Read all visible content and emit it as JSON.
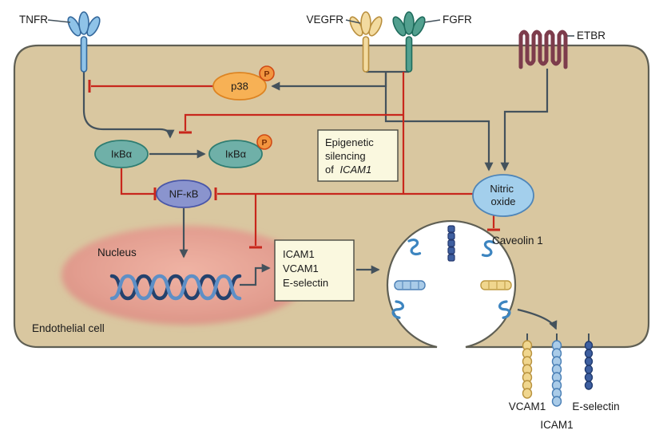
{
  "colors": {
    "cell_fill": "#D9C7A0",
    "membrane": "#5F5F54",
    "inhibition_red": "#C8271C",
    "activation_gray": "#44525C",
    "p38_fill": "#F7B155",
    "phospho_fill": "#F2953F",
    "ikba_fill": "#6FB0A8",
    "nfkb_fill": "#8A94CE",
    "nitric_oxide_fill": "#A3CFEC",
    "nucleus_fill": "#E2A193",
    "note_box_fill": "#FAF8DF",
    "tnfr_fill": "#8FC3E8",
    "vegfr_fill": "#F3DBA0",
    "fgfr_fill": "#52A08F",
    "etbr_color": "#7D3C4C",
    "vcam1_fill": "#F0D68E",
    "icam1_fill": "#A9CBE8",
    "eselectin_fill": "#3E5FA0"
  },
  "receptors": {
    "tnfr": "TNFR",
    "vegfr": "VEGFR",
    "fgfr": "FGFR",
    "etbr": "ETBR"
  },
  "nodes": {
    "p38": "p38",
    "phospho": "P",
    "ikba": "IκBα",
    "ikba_p": "IκBα",
    "nfkb": "NF-κB",
    "nitric_oxide_line1": "Nitric",
    "nitric_oxide_line2": "oxide"
  },
  "notes": {
    "epigenetic_line1": "Epigenetic",
    "epigenetic_line2": "silencing",
    "epigenetic_line3_prefix": "of",
    "epigenetic_line3_gene": "ICAM1",
    "adhesion_line1": "ICAM1",
    "adhesion_line2": "VCAM1",
    "adhesion_line3": "E-selectin"
  },
  "labels": {
    "nucleus": "Nucleus",
    "endothelial_cell": "Endothelial cell",
    "caveolin": "Caveolin 1",
    "vcam1": "VCAM1",
    "icam1": "ICAM1",
    "eselectin": "E-selectin"
  }
}
